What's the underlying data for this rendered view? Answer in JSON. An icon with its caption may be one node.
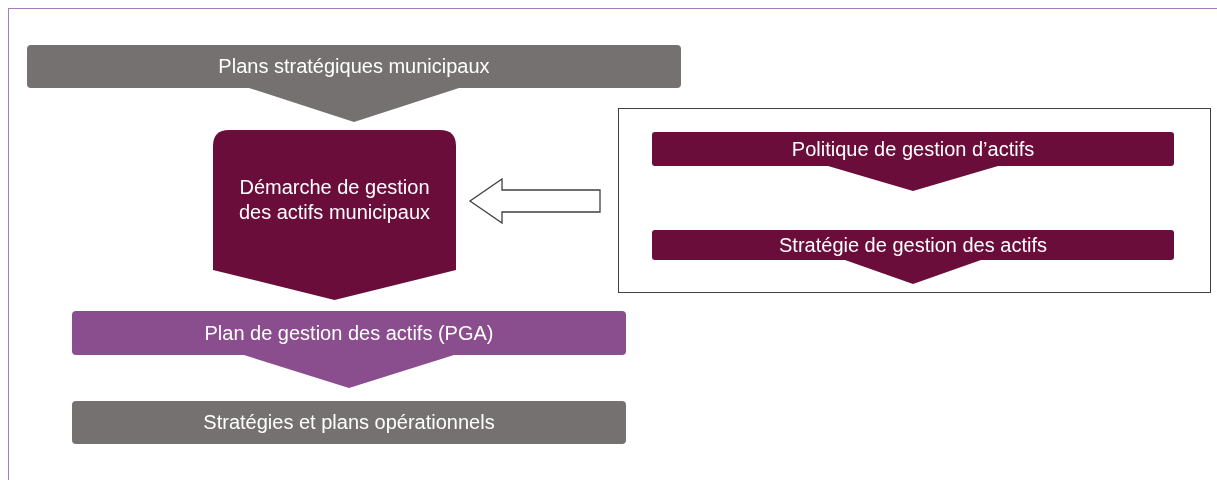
{
  "diagram": {
    "nodes": [
      {
        "text": [
          "Plans stratégiques municipaux"
        ]
      },
      {
        "text": [
          "Démarche de gestion des actifs municipaux"
        ]
      },
      {
        "text": [
          "Plan de gestion des actifs (PGA)"
        ]
      },
      {
        "text": [
          "Stratégies et plans opérationnels"
        ]
      },
      {
        "text": [],
        "shape": "box"
      },
      {
        "text": [
          "Politique de gestion d’actifs"
        ],
        "in": 4
      },
      {
        "text": [
          "Stratégie de gestion des actifs"
        ],
        "in": 4
      }
    ],
    "edges": [
      {
        "from": 4,
        "to": 1,
        "arrow": "to"
      }
    ]
  }
}
